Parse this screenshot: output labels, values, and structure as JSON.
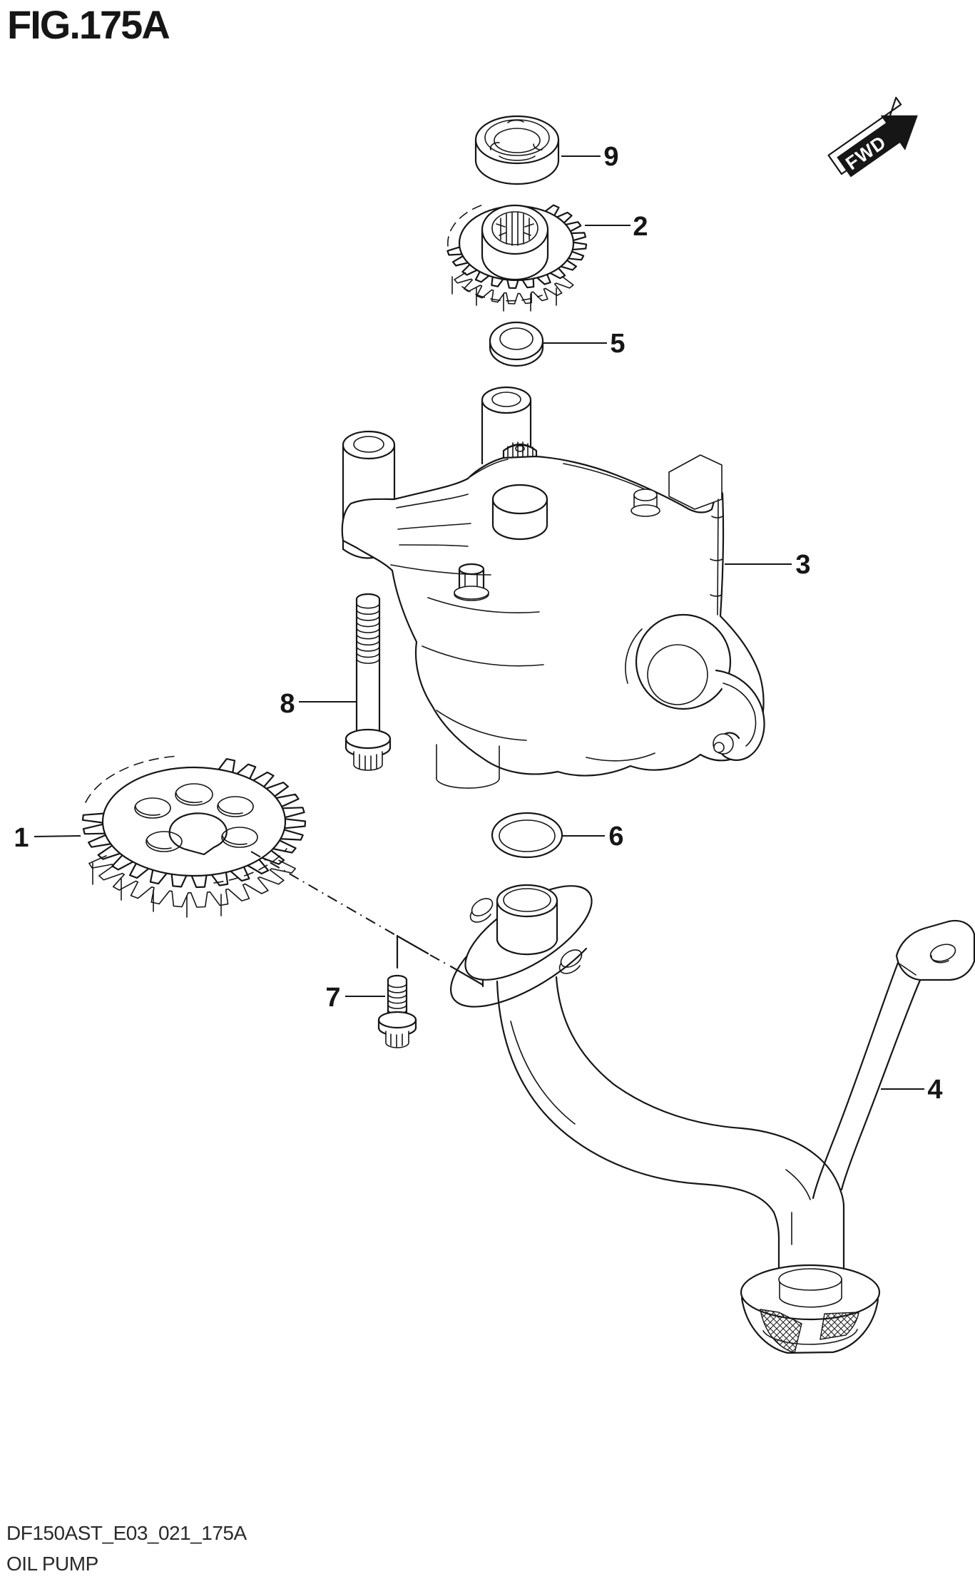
{
  "title": "FIG.175A",
  "fwd": {
    "label": "FWD"
  },
  "footer": {
    "code": "DF150AST_E03_021_175A",
    "name": "OIL PUMP"
  },
  "callouts": [
    {
      "number": "1"
    },
    {
      "number": "2"
    },
    {
      "number": "3"
    },
    {
      "number": "4"
    },
    {
      "number": "5"
    },
    {
      "number": "6"
    },
    {
      "number": "7"
    },
    {
      "number": "8"
    },
    {
      "number": "9"
    }
  ],
  "colors": {
    "line": "#161616",
    "background": "#ffffff"
  }
}
